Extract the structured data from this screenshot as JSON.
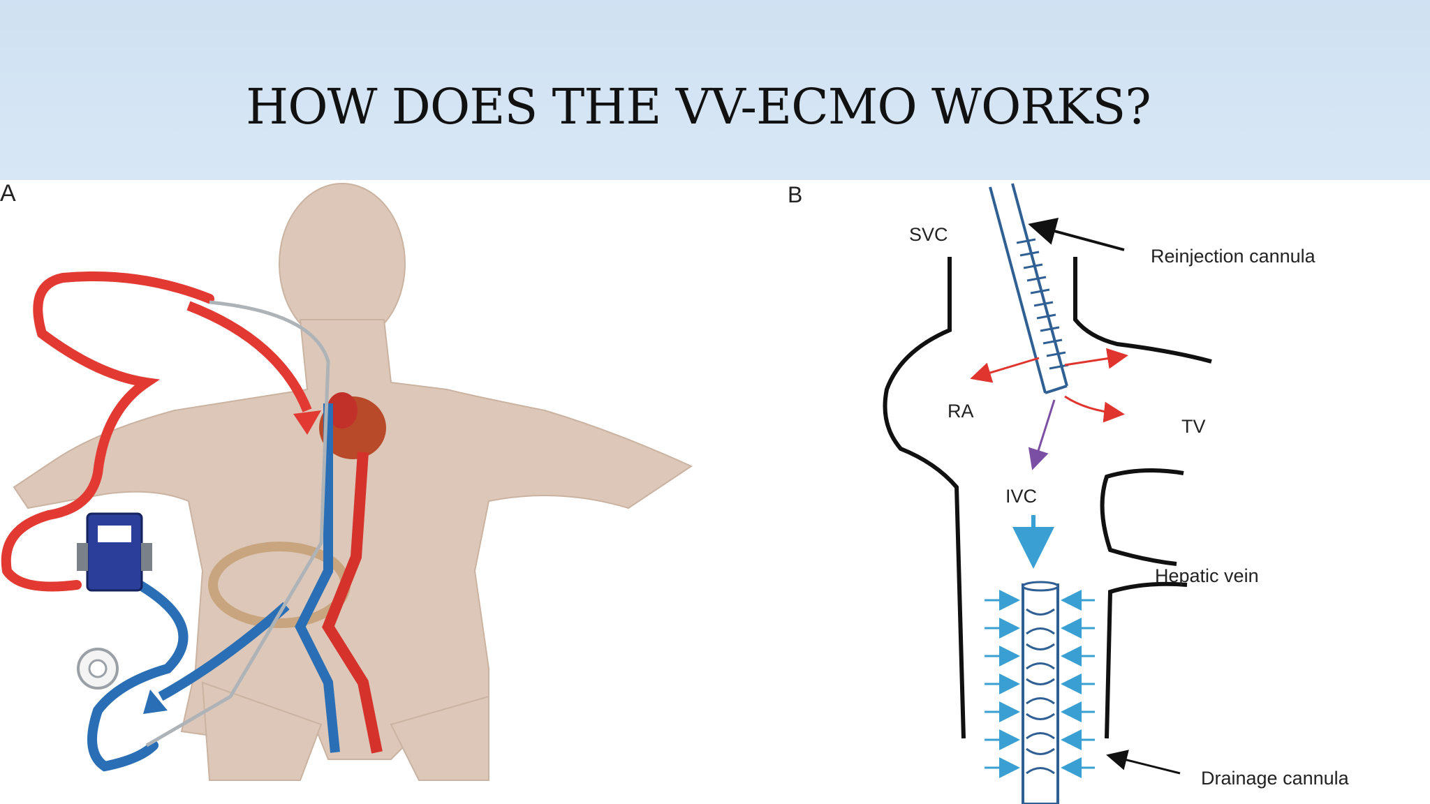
{
  "slide": {
    "title": "HOW DOES THE VV-ECMO WORKS?"
  },
  "panel_a": {
    "letter": "A"
  },
  "panel_b": {
    "letter": "B",
    "labels": {
      "svc": "SVC",
      "ra": "RA",
      "tv": "TV",
      "ivc": "IVC",
      "reinjection": "Reinjection cannula",
      "hepatic": "Hepatic vein",
      "drainage": "Drainage cannula"
    }
  },
  "colors": {
    "header_bg": "#cfe1f2",
    "arterial_red": "#e23a32",
    "venous_blue": "#2a6fb5",
    "flow_arrow": "#3aa0d4",
    "body_skin": "#ddc8b9"
  }
}
